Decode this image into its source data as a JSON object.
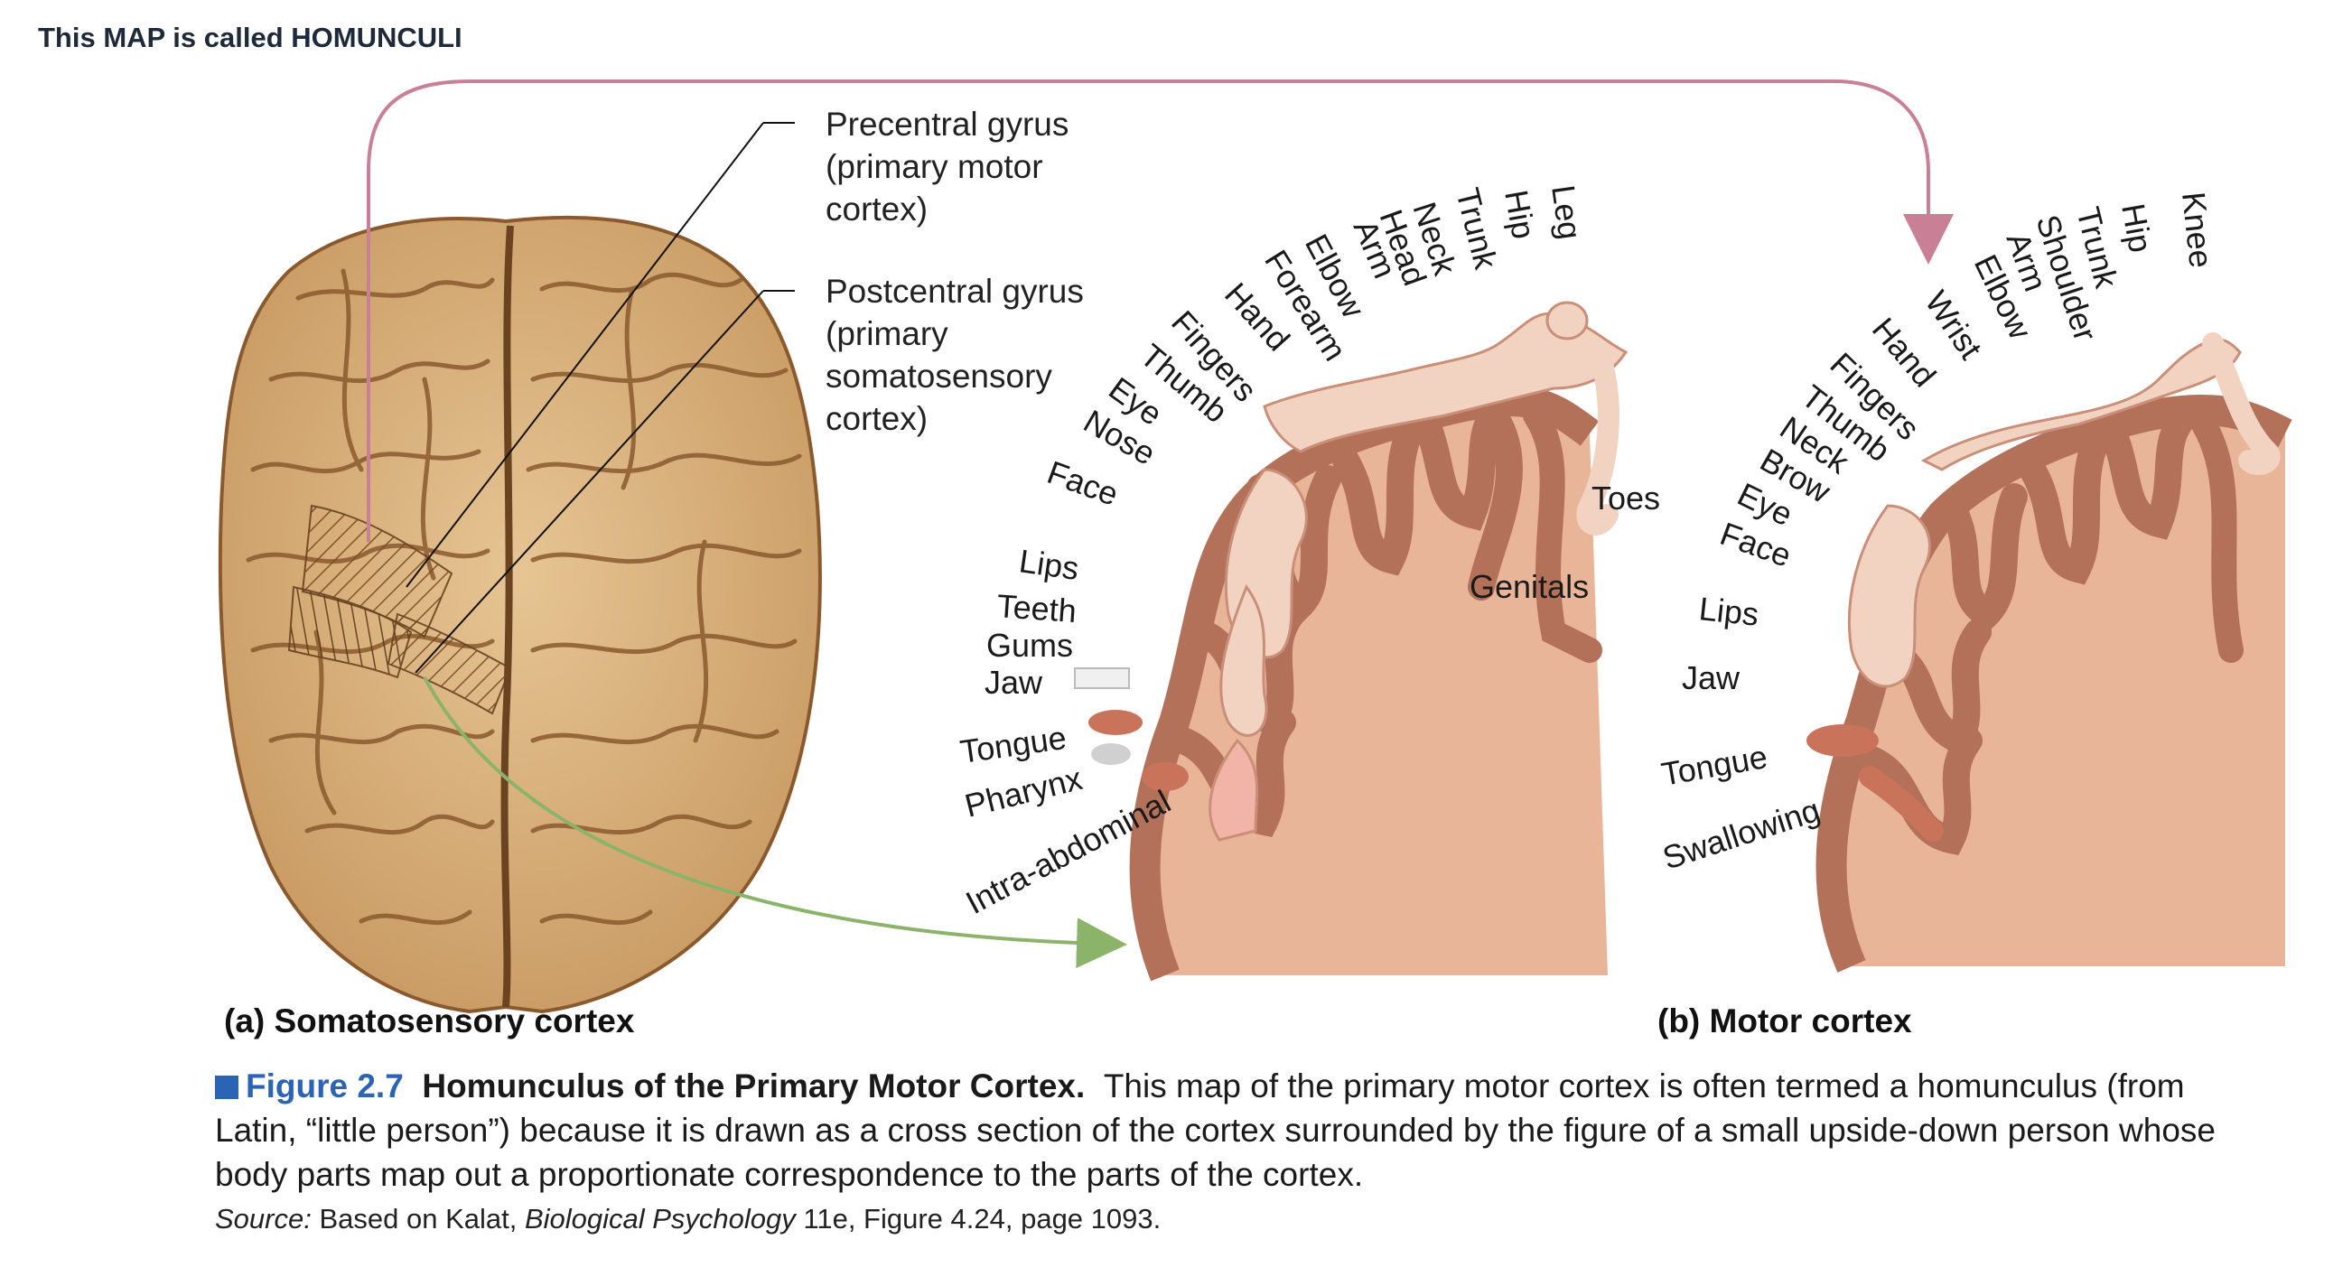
{
  "page_title": "This MAP is called HOMUNCULI",
  "callouts": {
    "precentral": [
      "Precentral gyrus",
      "(primary motor",
      "cortex)"
    ],
    "postcentral": [
      "Postcentral gyrus",
      "(primary",
      "somatosensory",
      "cortex)"
    ]
  },
  "sensory_labels": [
    "Leg",
    "Hip",
    "Trunk",
    "Neck",
    "Head",
    "Arm",
    "Elbow",
    "Forearm",
    "Hand",
    "Fingers",
    "Thumb",
    "Eye",
    "Nose",
    "Face",
    "Lips",
    "Teeth",
    "Gums",
    "Jaw",
    "Tongue",
    "Pharynx",
    "Intra-abdominal",
    "Toes",
    "Genitals"
  ],
  "motor_labels": [
    "Knee",
    "Hip",
    "Trunk",
    "Shoulder",
    "Arm",
    "Elbow",
    "Wrist",
    "Hand",
    "Fingers",
    "Thumb",
    "Neck",
    "Brow",
    "Eye",
    "Face",
    "Lips",
    "Jaw",
    "Tongue",
    "Swallowing"
  ],
  "panel_labels": {
    "a": "(a) Somatosensory cortex",
    "b": "(b) Motor cortex"
  },
  "caption": {
    "figure_number": "Figure 2.7",
    "figure_title": "Homunculus of the Primary Motor Cortex.",
    "text": "This map of the primary motor cortex is often termed a homunculus (from Latin, “little person”) because it is drawn as a cross section of the cortex surrounded by the figure of a small upside-down person whose body parts map out a proportionate correspondence to the parts of the cortex."
  },
  "source": {
    "prefix": "Source:",
    "text_before": " Based on Kalat, ",
    "book": "Biological Psychology",
    "text_after": " 11e, Figure 4.24, page 1093."
  },
  "colors": {
    "brain": "#d9b27e",
    "brain_dark": "#8a5a2e",
    "cortex_fill": "#e8b598",
    "cortex_gyrus": "#b4715a",
    "homunculus_skin": "#f2d2c0",
    "arrow_pink": "#c97f95",
    "arrow_green": "#8bb36a",
    "figure_blue": "#2b63b5"
  }
}
